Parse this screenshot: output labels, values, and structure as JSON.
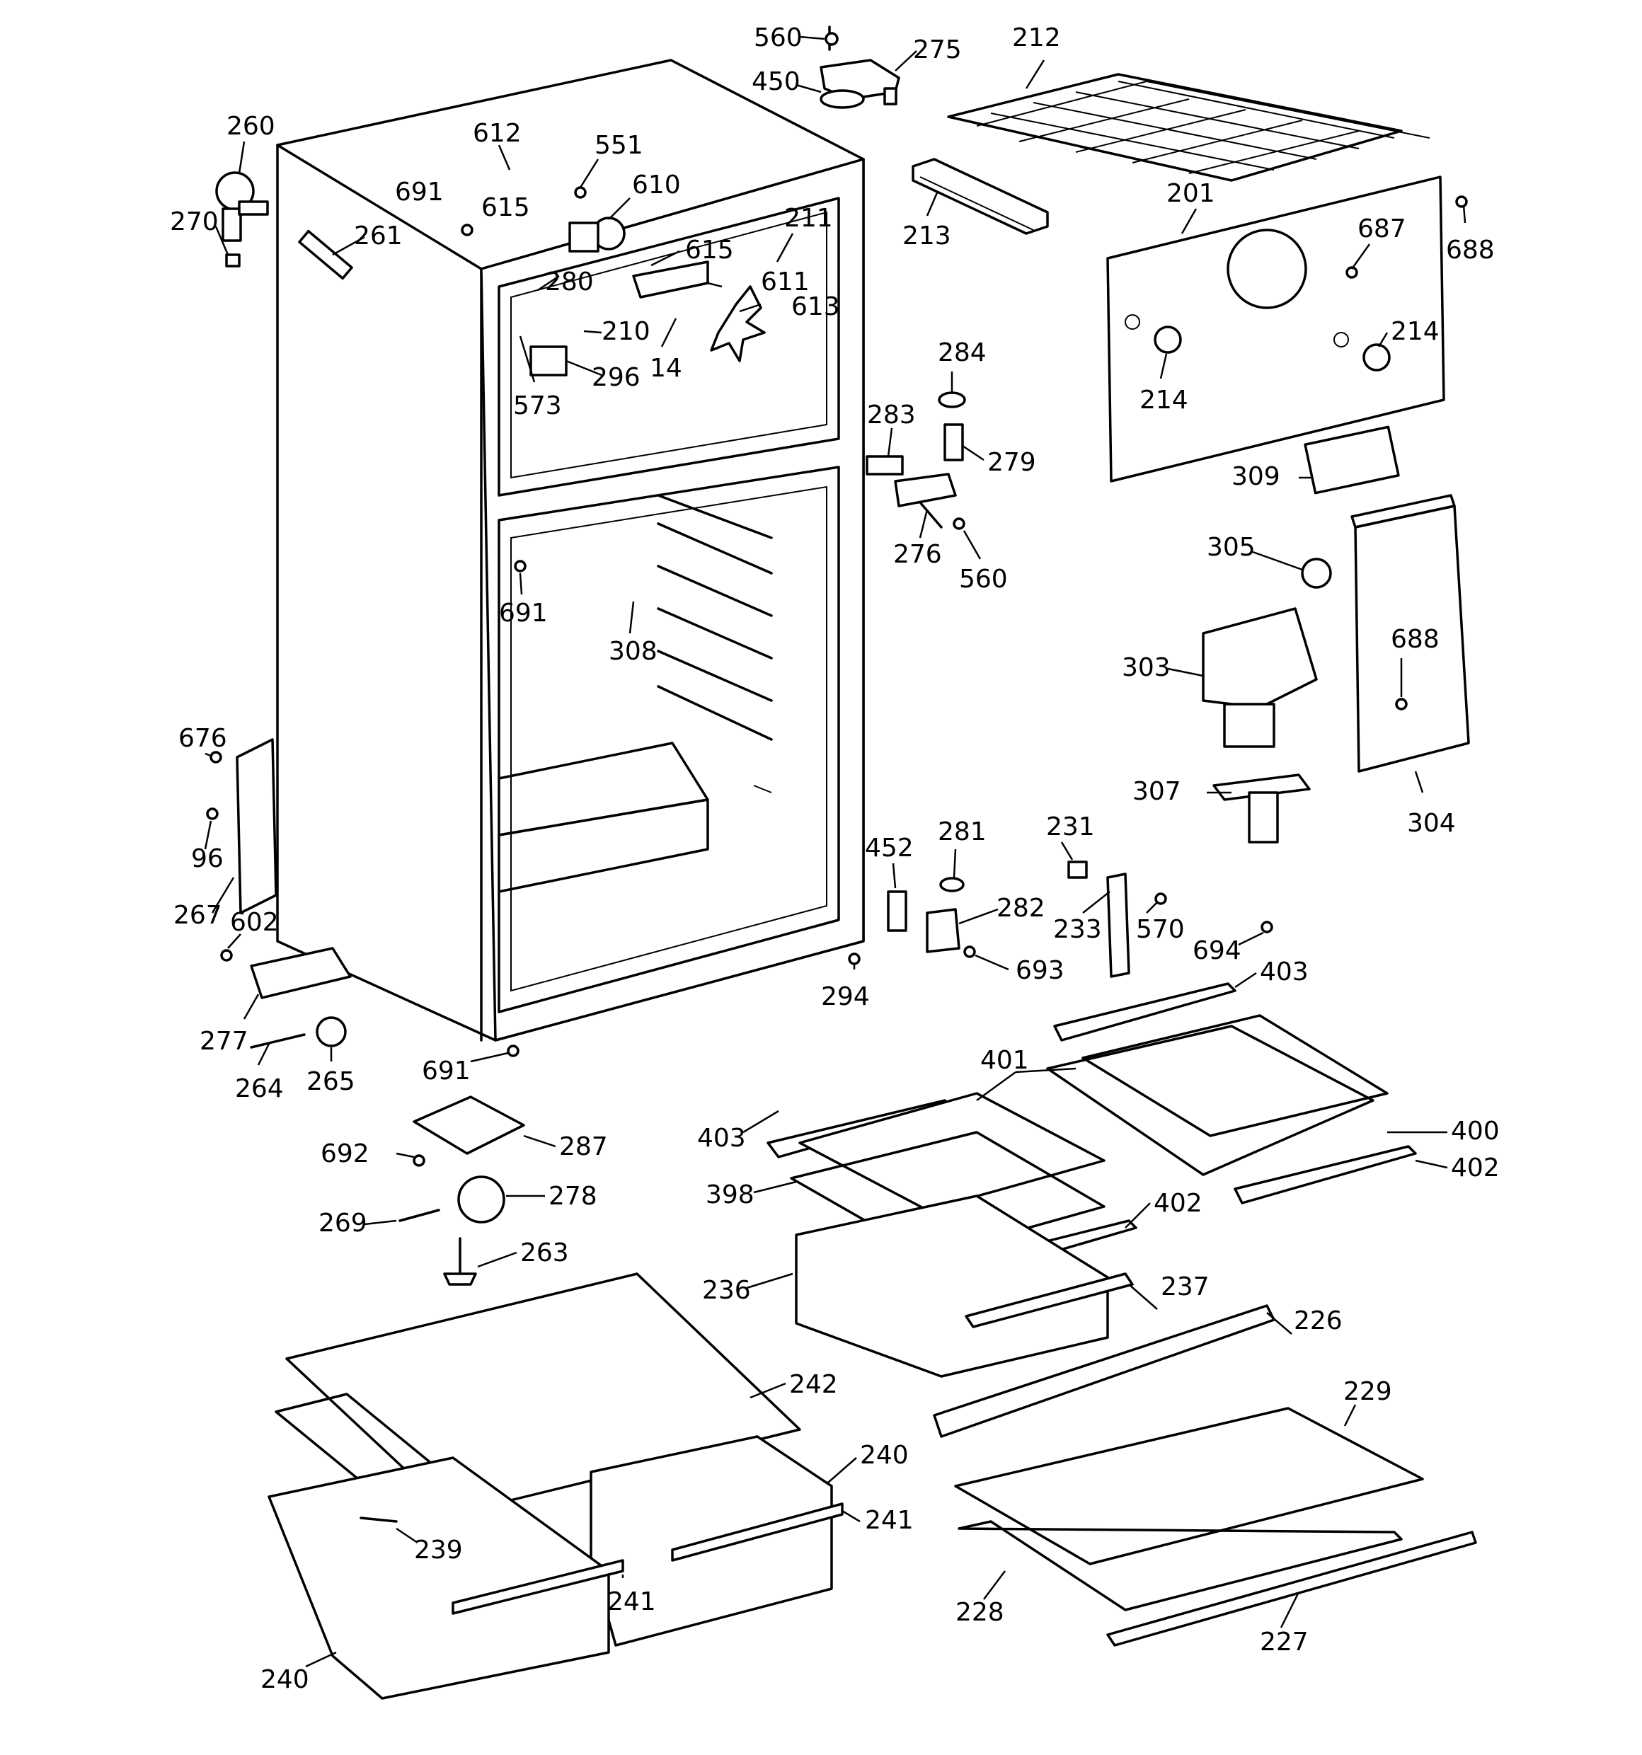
{
  "figure": {
    "callouts": [
      {
        "id": "c560a",
        "text": "560"
      },
      {
        "id": "c275",
        "text": "275"
      },
      {
        "id": "c450",
        "text": "450"
      },
      {
        "id": "c212",
        "text": "212"
      },
      {
        "id": "c260",
        "text": "260"
      },
      {
        "id": "c612",
        "text": "612"
      },
      {
        "id": "c551",
        "text": "551"
      },
      {
        "id": "c691a",
        "text": "691"
      },
      {
        "id": "c615a",
        "text": "615"
      },
      {
        "id": "c610",
        "text": "610"
      },
      {
        "id": "c270",
        "text": "270"
      },
      {
        "id": "c261",
        "text": "261"
      },
      {
        "id": "c211",
        "text": "211"
      },
      {
        "id": "c615b",
        "text": "615"
      },
      {
        "id": "c280",
        "text": "280"
      },
      {
        "id": "c611",
        "text": "611"
      },
      {
        "id": "c613",
        "text": "613"
      },
      {
        "id": "c210",
        "text": "210"
      },
      {
        "id": "c14",
        "text": "14"
      },
      {
        "id": "c296",
        "text": "296"
      },
      {
        "id": "c573",
        "text": "573"
      },
      {
        "id": "c213",
        "text": "213"
      },
      {
        "id": "c201",
        "text": "201"
      },
      {
        "id": "c687",
        "text": "687"
      },
      {
        "id": "c688a",
        "text": "688"
      },
      {
        "id": "c284",
        "text": "284"
      },
      {
        "id": "c214a",
        "text": "214"
      },
      {
        "id": "c214b",
        "text": "214"
      },
      {
        "id": "c283",
        "text": "283"
      },
      {
        "id": "c279",
        "text": "279"
      },
      {
        "id": "c309",
        "text": "309"
      },
      {
        "id": "c276",
        "text": "276"
      },
      {
        "id": "c560b",
        "text": "560"
      },
      {
        "id": "c305",
        "text": "305"
      },
      {
        "id": "c691b",
        "text": "691"
      },
      {
        "id": "c308",
        "text": "308"
      },
      {
        "id": "c303",
        "text": "303"
      },
      {
        "id": "c688b",
        "text": "688"
      },
      {
        "id": "c676",
        "text": "676"
      },
      {
        "id": "c96",
        "text": "96"
      },
      {
        "id": "c307",
        "text": "307"
      },
      {
        "id": "c304",
        "text": "304"
      },
      {
        "id": "c281",
        "text": "281"
      },
      {
        "id": "c231",
        "text": "231"
      },
      {
        "id": "c452",
        "text": "452"
      },
      {
        "id": "c267",
        "text": "267"
      },
      {
        "id": "c602",
        "text": "602"
      },
      {
        "id": "c282",
        "text": "282"
      },
      {
        "id": "c233",
        "text": "233"
      },
      {
        "id": "c570",
        "text": "570"
      },
      {
        "id": "c694",
        "text": "694"
      },
      {
        "id": "c693",
        "text": "693"
      },
      {
        "id": "c403a",
        "text": "403"
      },
      {
        "id": "c294",
        "text": "294"
      },
      {
        "id": "c277",
        "text": "277"
      },
      {
        "id": "c264",
        "text": "264"
      },
      {
        "id": "c265",
        "text": "265"
      },
      {
        "id": "c691c",
        "text": "691"
      },
      {
        "id": "c401",
        "text": "401"
      },
      {
        "id": "c403b",
        "text": "403"
      },
      {
        "id": "c400",
        "text": "400"
      },
      {
        "id": "c692",
        "text": "692"
      },
      {
        "id": "c287",
        "text": "287"
      },
      {
        "id": "c402a",
        "text": "402"
      },
      {
        "id": "c398",
        "text": "398"
      },
      {
        "id": "c278",
        "text": "278"
      },
      {
        "id": "c402b",
        "text": "402"
      },
      {
        "id": "c269",
        "text": "269"
      },
      {
        "id": "c263",
        "text": "263"
      },
      {
        "id": "c236",
        "text": "236"
      },
      {
        "id": "c237",
        "text": "237"
      },
      {
        "id": "c226",
        "text": "226"
      },
      {
        "id": "c242",
        "text": "242"
      },
      {
        "id": "c229",
        "text": "229"
      },
      {
        "id": "c240a",
        "text": "240"
      },
      {
        "id": "c241a",
        "text": "241"
      },
      {
        "id": "c239",
        "text": "239"
      },
      {
        "id": "c241b",
        "text": "241"
      },
      {
        "id": "c228",
        "text": "228"
      },
      {
        "id": "c227",
        "text": "227"
      },
      {
        "id": "c240b",
        "text": "240"
      }
    ]
  }
}
